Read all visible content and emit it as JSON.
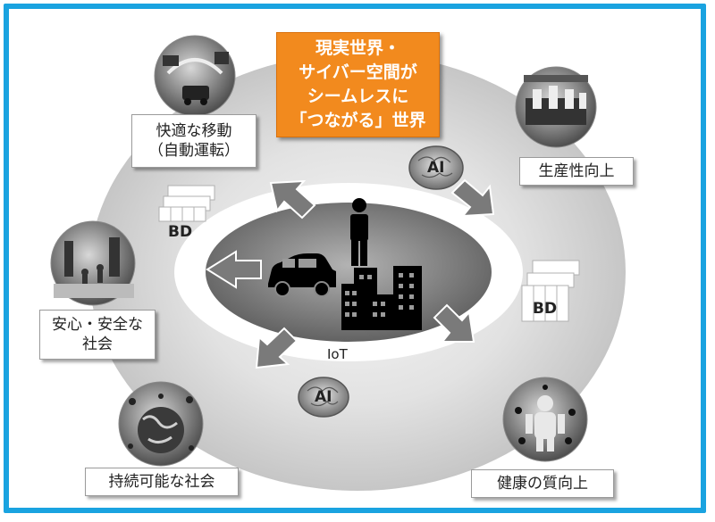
{
  "center_title": {
    "line1": "現実世界・",
    "line2": "サイバー空間が",
    "line3": "シームレスに",
    "line4": "「つながる」世界"
  },
  "labels": {
    "mobility": {
      "line1": "快適な移動",
      "line2": "（自動運転）"
    },
    "productivity": "生産性向上",
    "safety": {
      "line1": "安心・安全な",
      "line2": "社会"
    },
    "sustainable": "持続可能な社会",
    "health": "健康の質向上"
  },
  "tags": {
    "bd_left": "BD",
    "bd_right": "BD",
    "ai_top": "AI",
    "ai_bottom": "AI",
    "iot": "IoT"
  },
  "colors": {
    "frame": "#1aa3e0",
    "title_bg": "#f28a1e"
  },
  "icons": [
    "car-icon",
    "person-icon",
    "building-icon",
    "brain-icon",
    "data-block-icon",
    "arrow-icon",
    "mobility-photo",
    "factory-photo",
    "street-photo",
    "globe-photo",
    "health-photo"
  ]
}
